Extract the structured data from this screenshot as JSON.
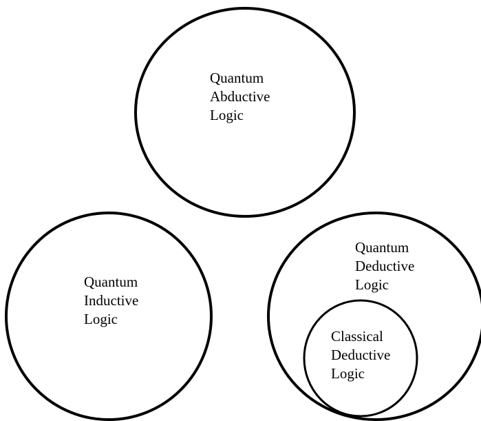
{
  "diagram": {
    "stroke_color": "#000000",
    "background_color": "#ffffff",
    "circles": {
      "quantum_abductive": {
        "lines": [
          "Quantum",
          "Abductive",
          "Logic"
        ]
      },
      "quantum_inductive": {
        "lines": [
          "Quantum",
          "Inductive",
          "Logic"
        ]
      },
      "quantum_deductive": {
        "lines": [
          "Quantum",
          "Deductive",
          "Logic"
        ]
      },
      "classical_deductive": {
        "lines": [
          "Classical",
          "Deductive",
          "Logic"
        ]
      }
    }
  }
}
